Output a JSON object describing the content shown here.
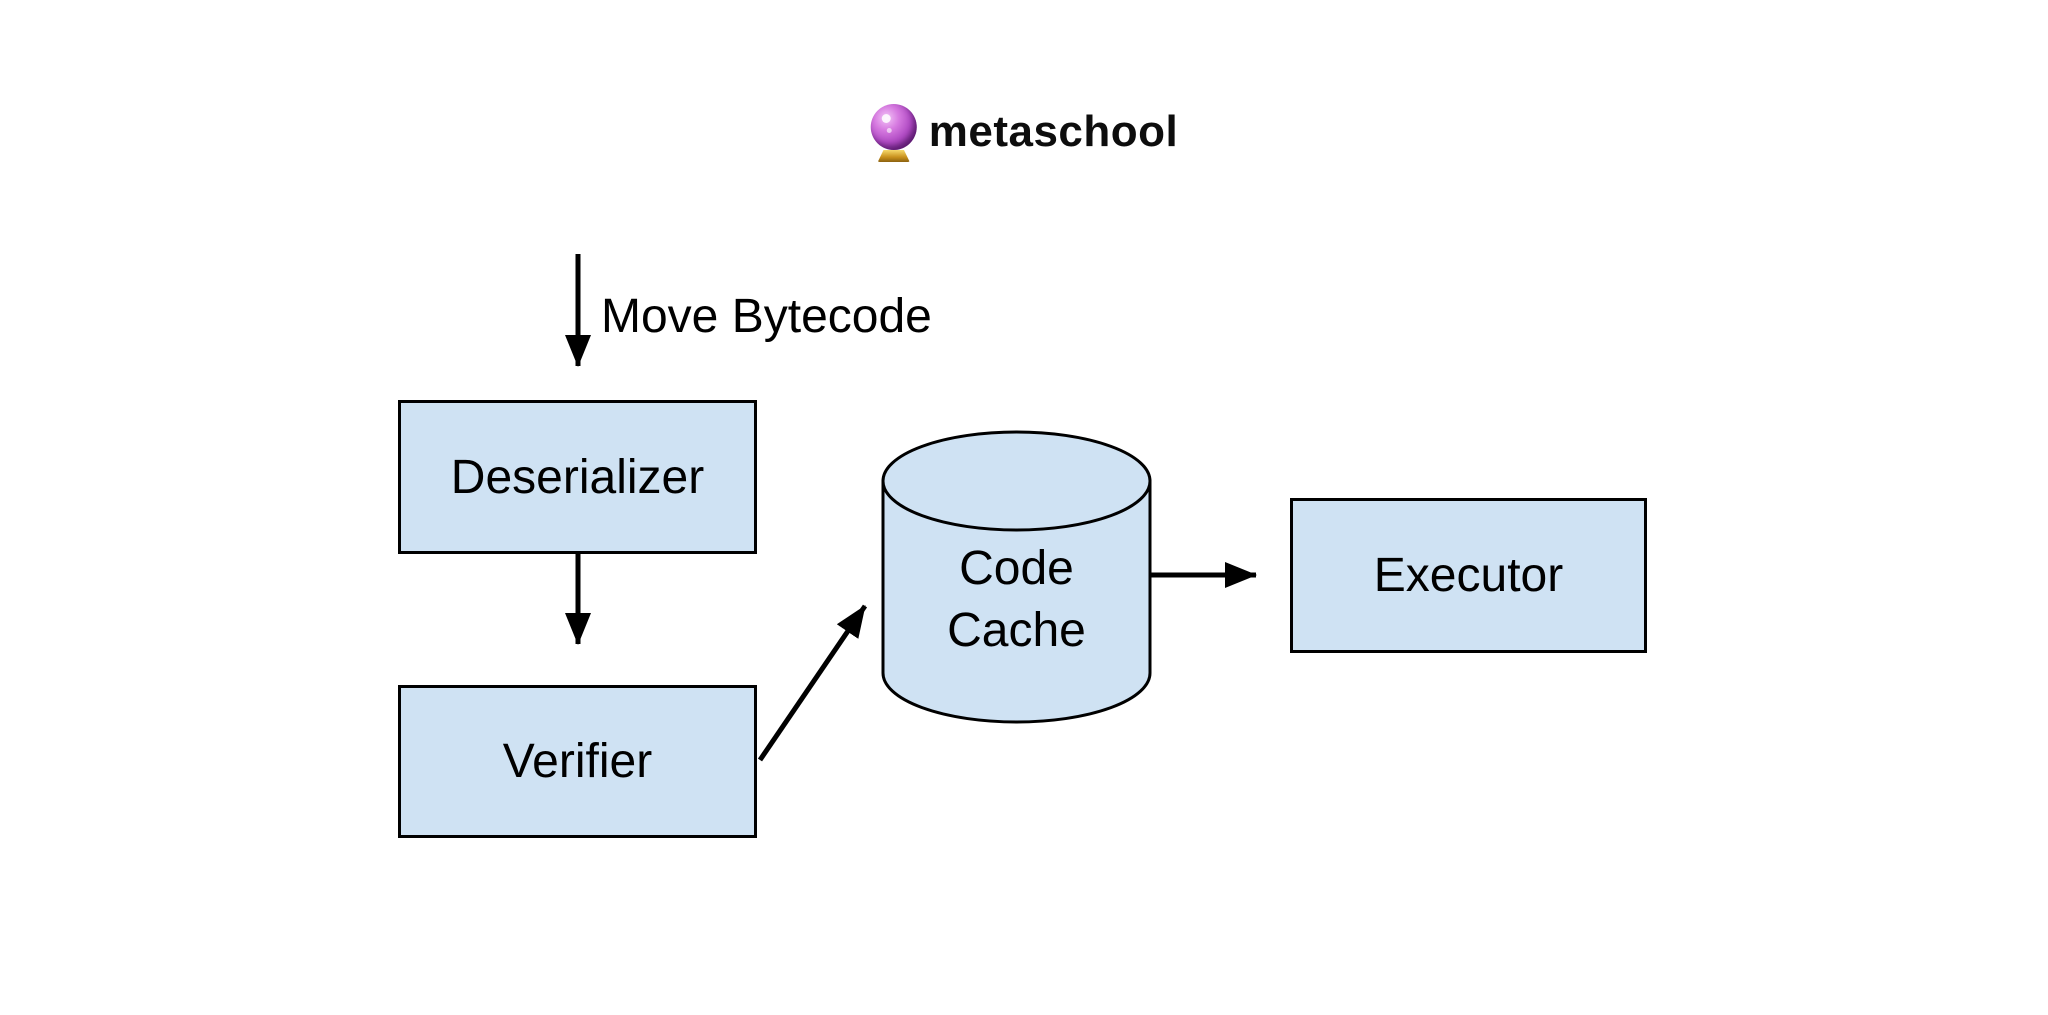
{
  "page": {
    "background_color": "#ffffff"
  },
  "logo": {
    "icon": "crystal-ball-icon",
    "text": "metaschool"
  },
  "diagram": {
    "colors": {
      "node_fill": "#cfe2f3",
      "node_border": "#000000",
      "arrow": "#000000",
      "text": "#000000"
    },
    "nodes": [
      {
        "id": "deserializer",
        "shape": "rect",
        "label": "Deserializer"
      },
      {
        "id": "verifier",
        "shape": "rect",
        "label": "Verifier"
      },
      {
        "id": "code-cache",
        "shape": "cylinder",
        "label": "Code Cache",
        "label_display": "Code\nCache"
      },
      {
        "id": "executor",
        "shape": "rect",
        "label": "Executor"
      }
    ],
    "edges": [
      {
        "from": "input",
        "to": "deserializer",
        "label": "Move Bytecode"
      },
      {
        "from": "deserializer",
        "to": "verifier",
        "label": ""
      },
      {
        "from": "verifier",
        "to": "code-cache",
        "label": ""
      },
      {
        "from": "code-cache",
        "to": "executor",
        "label": ""
      }
    ]
  }
}
